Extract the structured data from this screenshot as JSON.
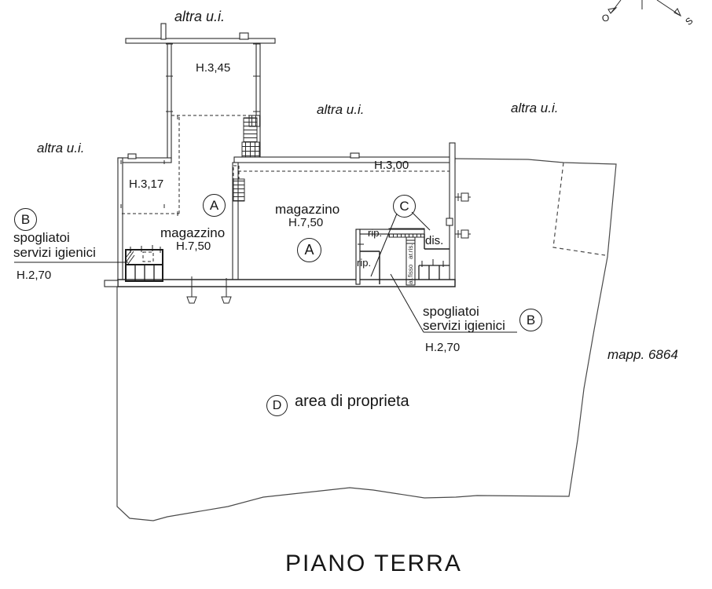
{
  "title": "PIANO TERRA",
  "plan": {
    "neighbors": {
      "top": "altra u.i.",
      "left": "altra u.i.",
      "center": "altra u.i.",
      "right": "altra u.i.",
      "bottom_left": "altra u.i."
    },
    "heights": {
      "h345": "H.3,45",
      "h317": "H.3,17",
      "h300": "H.3,00"
    },
    "rooms": {
      "magazzino_left": {
        "name": "magazzino",
        "height": "H.7,50",
        "unit": "A"
      },
      "magazzino_right": {
        "name": "magazzino",
        "height": "H.7,50",
        "unit": "A"
      },
      "spogliatoi_left": {
        "line1": "spogliatoi",
        "line2": "servizi igienici",
        "height": "H.2,70",
        "unit": "B"
      },
      "spogliatoi_right": {
        "line1": "spogliatoi",
        "line2": "servizi igienici",
        "height": "H.2,70",
        "unit": "B"
      },
      "services": {
        "unit": "C",
        "rip_top": "rip.",
        "rip_bottom": "rip.",
        "dis": "dis.",
        "ar_fisso": "ar.fisso",
        "ar_ris": "ar.ris."
      },
      "yard": {
        "unit": "D",
        "name": "area di proprieta"
      }
    },
    "parcel": {
      "mapp": "mapp. 6864"
    },
    "compass": {
      "west": "O",
      "south": "S"
    }
  },
  "colors": {
    "line": "#2a2a2a",
    "boundary": "#4a4a4a",
    "background": "#ffffff"
  }
}
